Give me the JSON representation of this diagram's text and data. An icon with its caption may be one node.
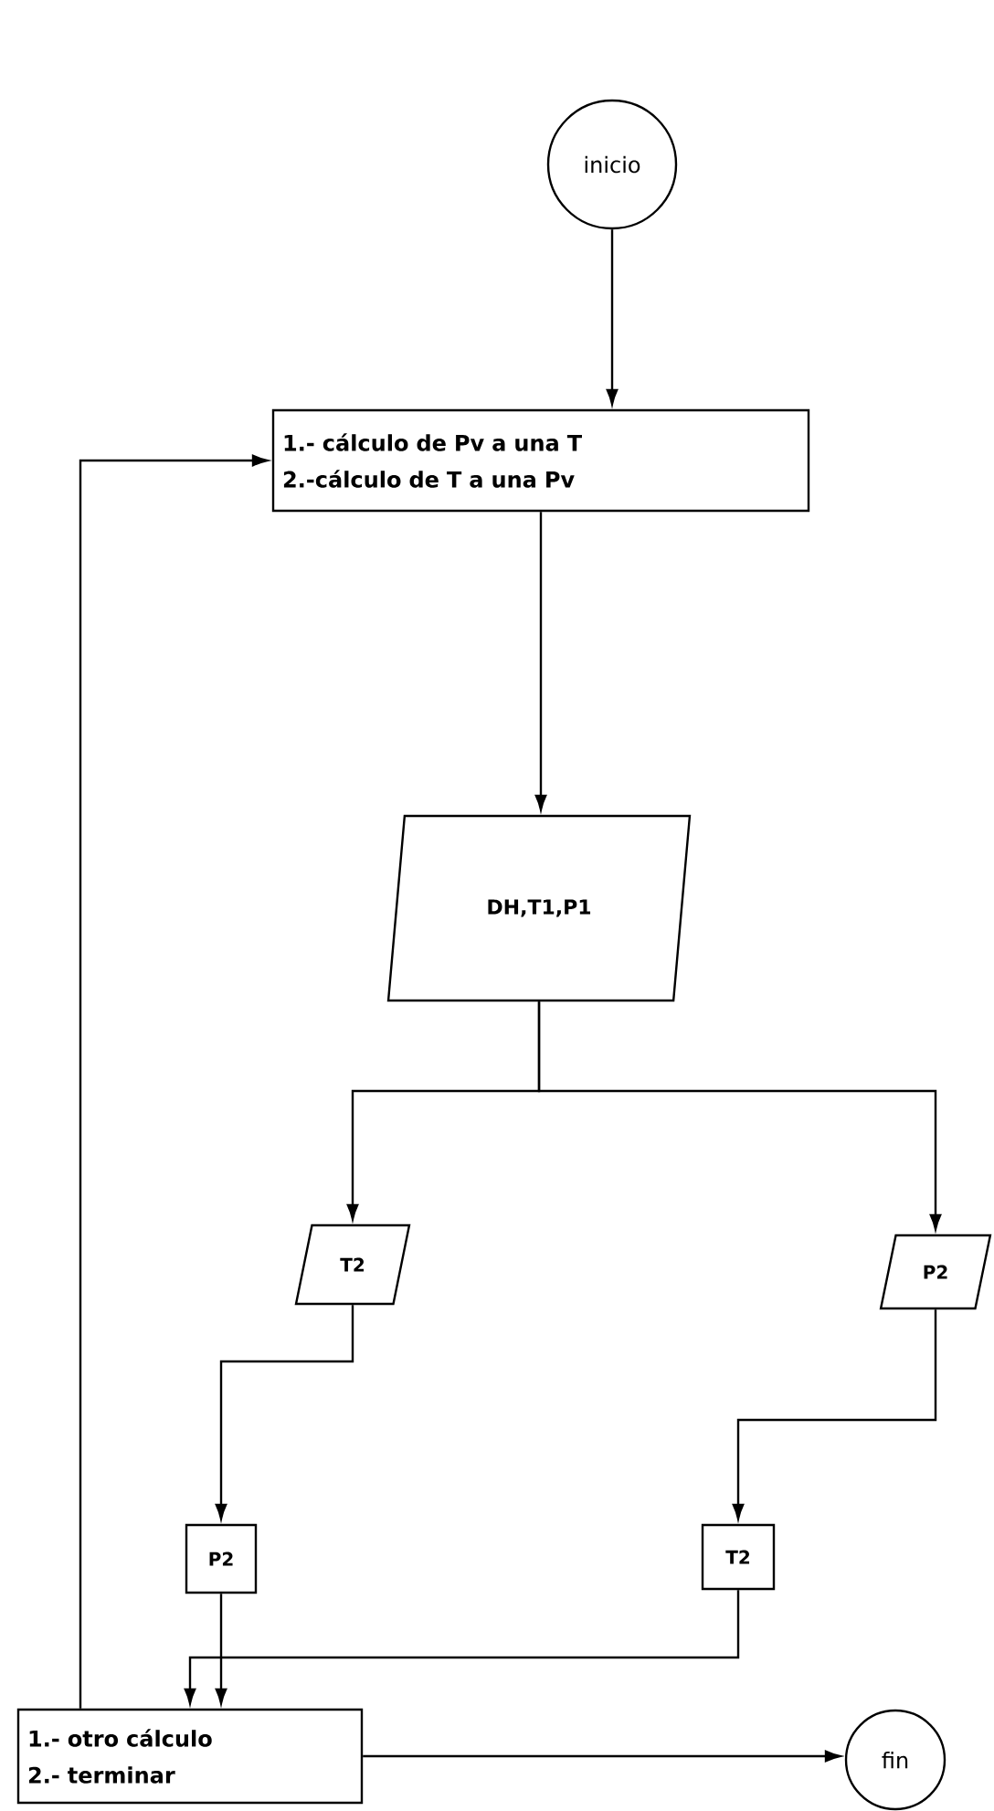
{
  "diagram": {
    "nodes": [
      {
        "text": [
          "inicio"
        ]
      },
      {
        "text": [
          "1.- cálculo de Pv a una T",
          "2.-cálculo de T a una Pv"
        ]
      },
      {
        "text": [
          "DH,T1,P1"
        ]
      },
      {
        "text": [
          "T2"
        ]
      },
      {
        "text": [
          "P2"
        ]
      },
      {
        "text": [
          "P2"
        ]
      },
      {
        "text": [
          "T2"
        ]
      },
      {
        "text": [
          "1.- otro cálculo",
          "2.- terminar"
        ]
      },
      {
        "text": [
          "fin"
        ]
      }
    ],
    "edges": [
      {
        "from": 0,
        "to": 1,
        "arrow": "to"
      },
      {
        "from": 1,
        "to": 2,
        "arrow": "to"
      },
      {
        "from": 2,
        "to": 3,
        "arrow": "to"
      },
      {
        "from": 2,
        "to": 4,
        "arrow": "to"
      },
      {
        "from": 3,
        "to": 5,
        "arrow": "to"
      },
      {
        "from": 4,
        "to": 6,
        "arrow": "to"
      },
      {
        "from": 5,
        "to": 7,
        "arrow": "to"
      },
      {
        "from": 6,
        "to": 7,
        "arrow": "to"
      },
      {
        "from": 7,
        "to": 1,
        "arrow": "to"
      },
      {
        "from": 7,
        "to": 8,
        "arrow": "to"
      }
    ]
  }
}
